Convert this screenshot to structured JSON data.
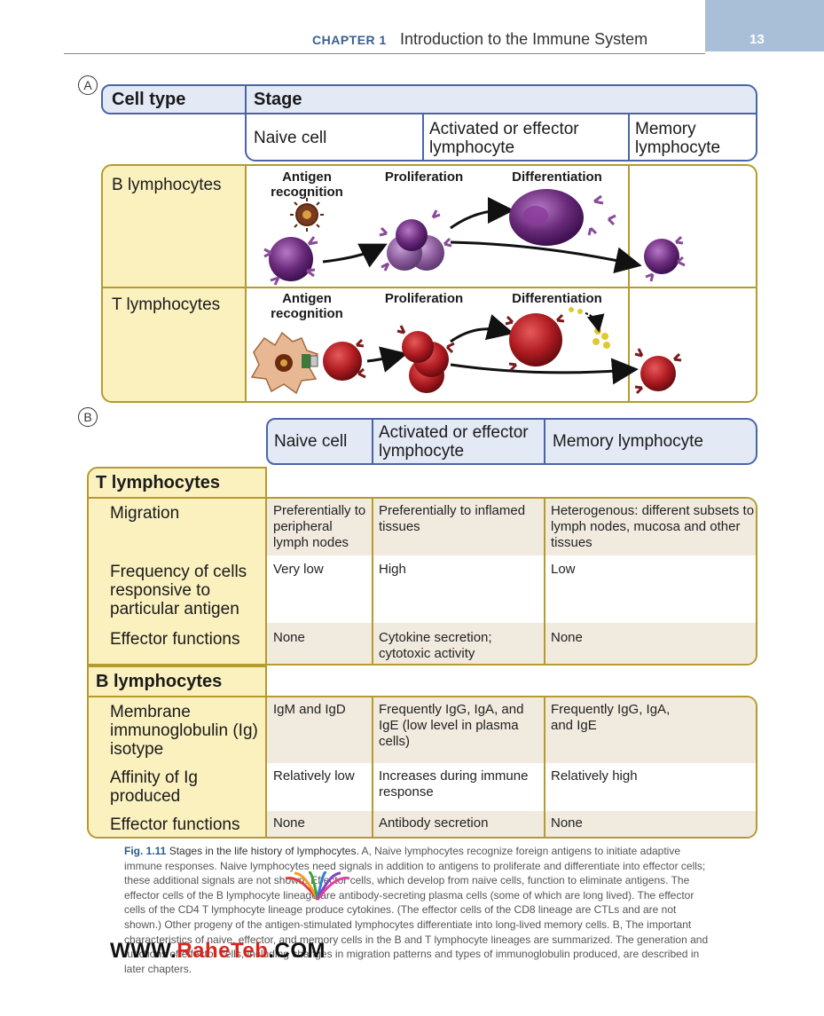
{
  "header": {
    "chapter_label": "CHAPTER 1",
    "chapter_title": "Introduction to the Immune System",
    "page_number": "13"
  },
  "panel_a": {
    "label": "A",
    "cell_type_header": "Cell type",
    "stage_header": "Stage",
    "stages": [
      "Naive cell",
      "Activated or effector lymphocyte",
      "Memory lymphocyte"
    ],
    "rows": [
      {
        "name": "B lymphocytes",
        "steps": [
          "Antigen recognition",
          "Proliferation",
          "Differentiation"
        ]
      },
      {
        "name": "T lymphocytes",
        "steps": [
          "Antigen recognition",
          "Proliferation",
          "Differentiation"
        ]
      }
    ]
  },
  "panel_b": {
    "label": "B",
    "columns": [
      "Naive cell",
      "Activated or effector lymphocyte",
      "Memory lymphocyte"
    ],
    "sections": [
      {
        "title": "T lymphocytes",
        "rows": [
          {
            "label": "Migration",
            "values": [
              "Preferentially to peripheral lymph nodes",
              "Preferentially to inflamed tissues",
              "Heterogenous: different subsets to lymph nodes, mucosa and other tissues"
            ]
          },
          {
            "label": "Frequency of cells responsive to particular antigen",
            "values": [
              "Very low",
              "High",
              "Low"
            ]
          },
          {
            "label": "Effector functions",
            "values": [
              "None",
              "Cytokine secretion; cytotoxic activity",
              "None"
            ]
          }
        ]
      },
      {
        "title": "B lymphocytes",
        "rows": [
          {
            "label": "Membrane immunoglobulin (Ig) isotype",
            "values": [
              "IgM and IgD",
              "Frequently IgG, IgA, and IgE (low level in plasma cells)",
              "Frequently IgG, IgA, and IgE"
            ]
          },
          {
            "label": "Affinity of Ig produced",
            "values": [
              "Relatively low",
              "Increases during immune response",
              "Relatively high"
            ]
          },
          {
            "label": "Effector functions",
            "values": [
              "None",
              "Antibody secretion",
              "None"
            ]
          }
        ]
      }
    ]
  },
  "caption": {
    "fig_label": "Fig. 1.11",
    "title": "Stages in the life history of lymphocytes.",
    "body": "A, Naive lymphocytes recognize foreign antigens to initiate adaptive immune responses. Naive lymphocytes need signals in addition to antigens to proliferate and differentiate into effector cells; these additional signals are not shown. Effector cells, which develop from naive cells, function to eliminate antigens. The effector cells of the B lymphocyte lineage are antibody-secreting plasma cells (some of which are long lived). The effector cells of the CD4 T lymphocyte lineage produce cytokines. (The effector cells of the CD8 lineage are CTLs and are not shown.) Other progeny of the antigen-stimulated lymphocytes differentiate into long-lived memory cells. B, The important characteristics of naive, effector, and memory cells in the B and T lymphocyte lineages are summarized. The generation and functions of effector cells, including changes in migration patterns and types of immunoglobulin produced, are described in later chapters."
  },
  "watermark": {
    "prefix": "WWW.",
    "brand": "RaheTeb",
    "suffix": ".COM"
  },
  "colors": {
    "blue_border": "#4a64a8",
    "blue_fill": "#e4e9f6",
    "gold_border": "#b59b2e",
    "yellow_fill": "#fbf1bf",
    "b_cell_purple": "#6a2a7a",
    "t_cell_red": "#b01c22",
    "dendritic_tan": "#e8b894"
  }
}
